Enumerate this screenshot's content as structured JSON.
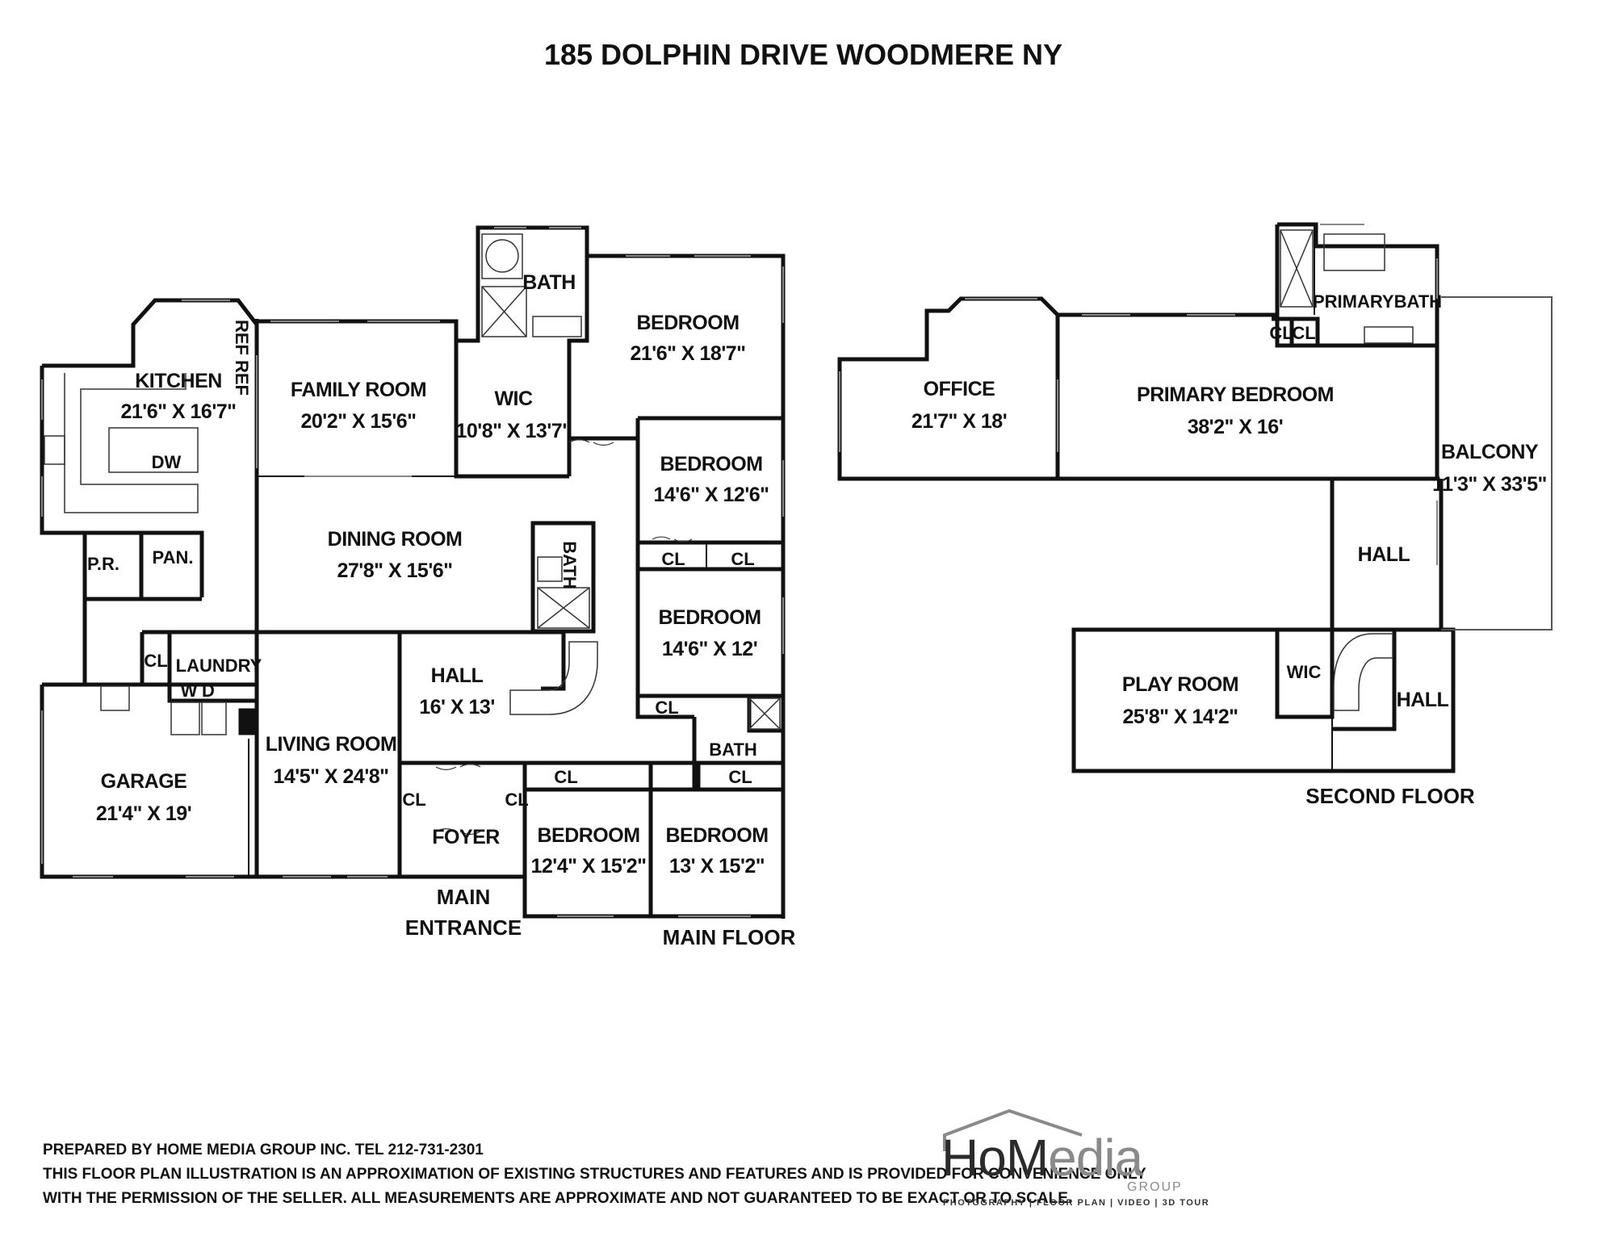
{
  "title": "185 DOLPHIN DRIVE WOODMERE NY",
  "main_floor": {
    "label": "MAIN FLOOR",
    "rooms": {
      "kitchen": {
        "name": "KITCHEN",
        "dim": "21'6\" X 16'7\""
      },
      "family_room": {
        "name": "FAMILY ROOM",
        "dim": "20'2\" X 15'6\""
      },
      "wic": {
        "name": "WIC",
        "dim": "10'8\" X 13'7\""
      },
      "bath_top": {
        "name": "BATH"
      },
      "bedroom_large": {
        "name": "BEDROOM",
        "dim": "21'6\" X 18'7\""
      },
      "bedroom_2": {
        "name": "BEDROOM",
        "dim": "14'6\" X 12'6\""
      },
      "bedroom_3": {
        "name": "BEDROOM",
        "dim": "14'6\" X 12'"
      },
      "dining_room": {
        "name": "DINING ROOM",
        "dim": "27'8\" X 15'6\""
      },
      "bath_mid": {
        "name": "BATH"
      },
      "pr": {
        "name": "P.R."
      },
      "pantry": {
        "name": "PAN."
      },
      "laundry": {
        "name": "LAUNDRY"
      },
      "washer": {
        "name": "W"
      },
      "dryer": {
        "name": "D"
      },
      "garage": {
        "name": "GARAGE",
        "dim": "21'4\" X 19'"
      },
      "living_room": {
        "name": "LIVING ROOM",
        "dim": "14'5\" X 24'8\""
      },
      "hall": {
        "name": "HALL",
        "dim": "16' X 13'"
      },
      "foyer": {
        "name": "FOYER"
      },
      "bath_lower": {
        "name": "BATH"
      },
      "bedroom_4": {
        "name": "BEDROOM",
        "dim": "12'4\" X 15'2\""
      },
      "bedroom_5": {
        "name": "BEDROOM",
        "dim": "13' X 15'2\""
      },
      "dw": {
        "name": "DW"
      },
      "ref": {
        "name": "REF"
      },
      "cl": "CL"
    },
    "main_entrance_line1": "MAIN",
    "main_entrance_line2": "ENTRANCE"
  },
  "second_floor": {
    "label": "SECOND FLOOR",
    "rooms": {
      "office": {
        "name": "OFFICE",
        "dim": "21'7\" X 18'"
      },
      "primary_bedroom": {
        "name": "PRIMARY BEDROOM",
        "dim": "38'2\" X 16'"
      },
      "primary_bath": {
        "name": "PRIMARYBATH"
      },
      "balcony": {
        "name": "BALCONY",
        "dim": "11'3\" X 33'5\""
      },
      "hall_upper": {
        "name": "HALL"
      },
      "play_room": {
        "name": "PLAY ROOM",
        "dim": "25'8\" X 14'2\""
      },
      "wic": {
        "name": "WIC"
      },
      "hall_lower": {
        "name": "HALL"
      },
      "cl": "CL"
    }
  },
  "disclaimer": {
    "line1": "PREPARED BY  HOME MEDIA GROUP INC.  TEL 212-731-2301",
    "line2": "THIS FLOOR PLAN ILLUSTRATION IS AN APPROXIMATION OF EXISTING STRUCTURES AND FEATURES AND IS PROVIDED FOR CONVENIENCE ONLY",
    "line3": "WITH THE PERMISSION OF THE SELLER. ALL MEASUREMENTS ARE APPROXIMATE AND NOT GUARANTEED TO BE EXACT OR TO SCALE."
  },
  "logo": {
    "word_a": "HoM",
    "word_b": "edia",
    "group": "GROUP",
    "tagline": "PHOTOGRAPHY | FLOOR PLAN | VIDEO | 3D TOUR"
  }
}
